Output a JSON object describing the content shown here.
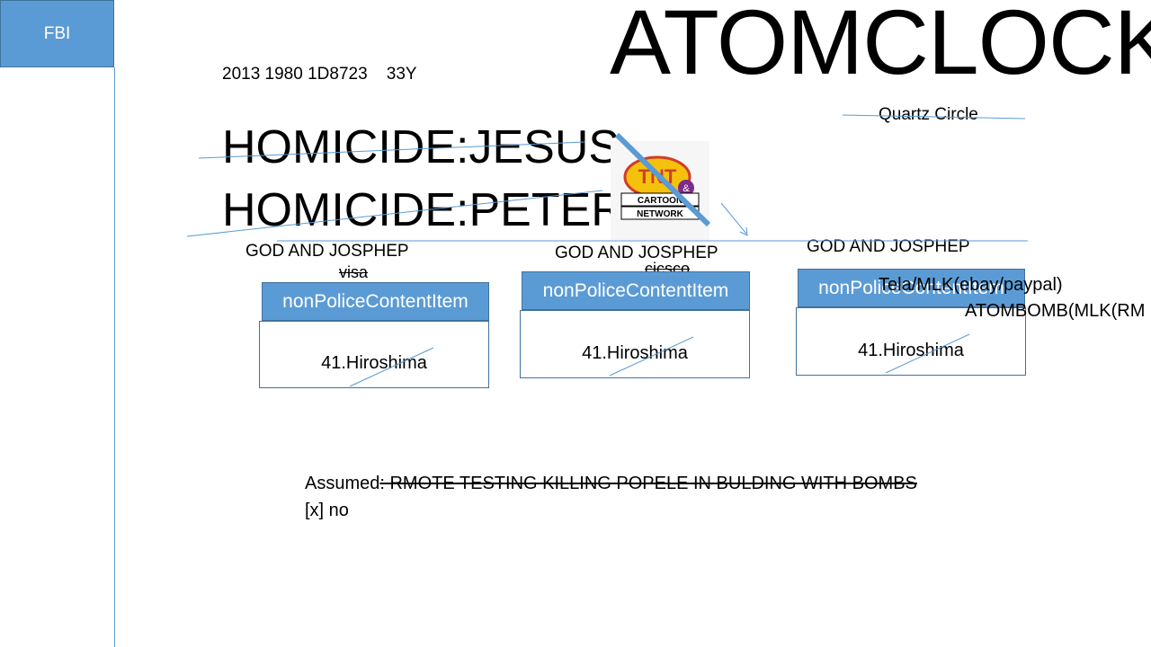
{
  "fbi_label": "FBI",
  "title": "ATOMCLOCK",
  "codes_line": "2013 1980 1D8723    33Y",
  "quartz_label": "Quartz Circle",
  "homicide_lines": [
    "HOMICIDE:JESUS",
    "HOMICIDE:PETER"
  ],
  "logo": {
    "name": "cartoon-network-logo",
    "text_top": "TNT",
    "text_bottom": "CARTOON NETWORK"
  },
  "columns": [
    {
      "heading": "GOD AND JOSPHEP",
      "sub": "visa",
      "button": "nonPoliceContentItem",
      "box_text": "41.Hiroshima"
    },
    {
      "heading": "GOD AND JOSPHEP",
      "sub": "cicsco",
      "button": "nonPoliceContentItem",
      "box_text": "41.Hiroshima"
    },
    {
      "heading": "GOD AND JOSPHEP",
      "sub": "",
      "button": "nonPoliceContentItem",
      "box_text": "41.Hiroshima"
    }
  ],
  "overlay_text": [
    "Tela/MLK(ebay/paypal)",
    "ATOMBOMB(MLK(RM"
  ],
  "assumed_prefix": "Assumed",
  "assumed_strike": ": RMOTE TESTING KILLING POPELE IN BULDING WITH BOMBS",
  "checkbox_line": "[x] no",
  "colors": {
    "accent": "#5b9bd5",
    "accent_border": "#41719c"
  }
}
